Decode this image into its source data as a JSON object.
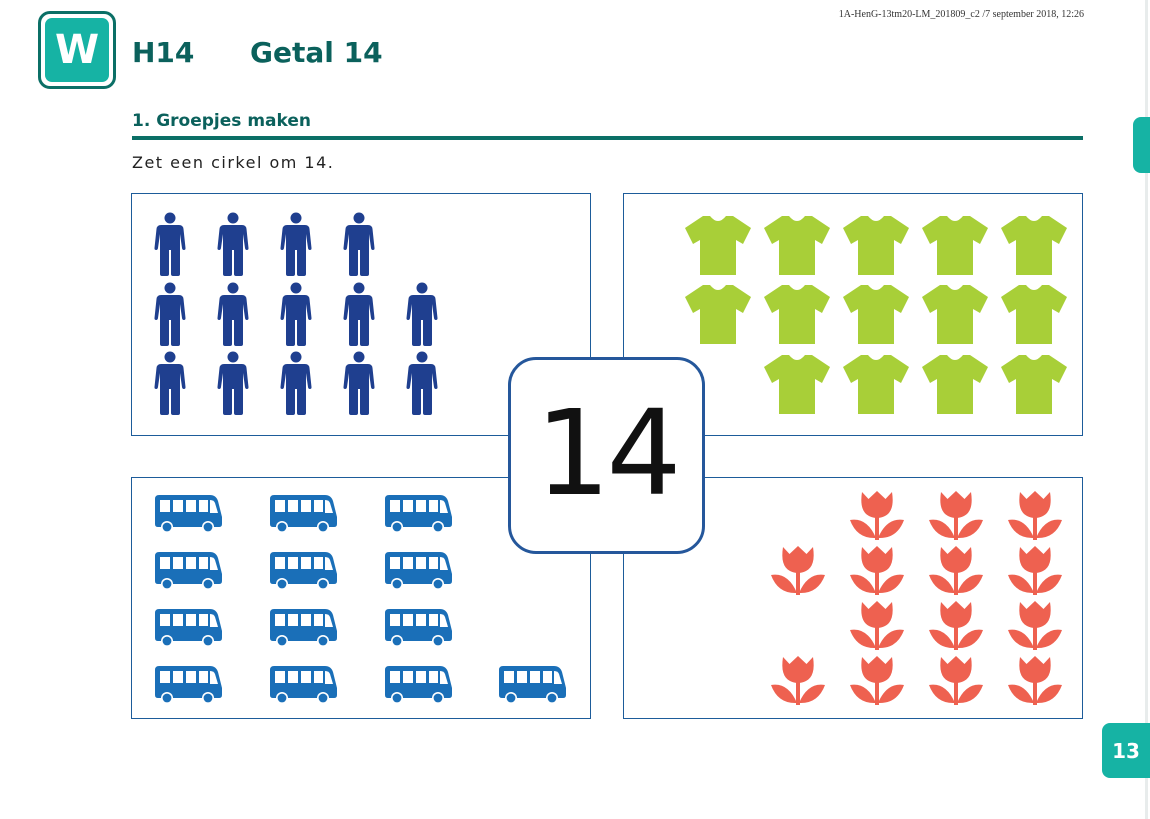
{
  "meta": {
    "print_line": "1A-HenG-13tm20-LM_201809_c2 /7 september 2018, 12:26"
  },
  "header": {
    "logo_letter": "W",
    "chapter_code": "H14",
    "chapter_title": "Getal 14"
  },
  "exercise": {
    "heading": "1.  Groepjes maken",
    "instruction": "Zet een cirkel om 14."
  },
  "center": {
    "number": "14"
  },
  "page": {
    "number": "13"
  },
  "colors": {
    "accent": "#16b3a4",
    "heading": "#0b615c",
    "person": "#1f3f8f",
    "shirt": "#a8cf38",
    "bus": "#1a6fb8",
    "tulip": "#ee6150",
    "frame": "#25579b"
  },
  "groups": [
    {
      "item": "person-icon",
      "count": 14,
      "rows": [
        4,
        5,
        5
      ]
    },
    {
      "item": "shirt-icon",
      "count": 14,
      "rows": [
        5,
        5,
        4
      ]
    },
    {
      "item": "bus-icon",
      "count": 13,
      "rows": [
        3,
        3,
        3,
        4
      ]
    },
    {
      "item": "tulip-icon",
      "count": 14,
      "rows": [
        3,
        4,
        3,
        4
      ]
    }
  ]
}
